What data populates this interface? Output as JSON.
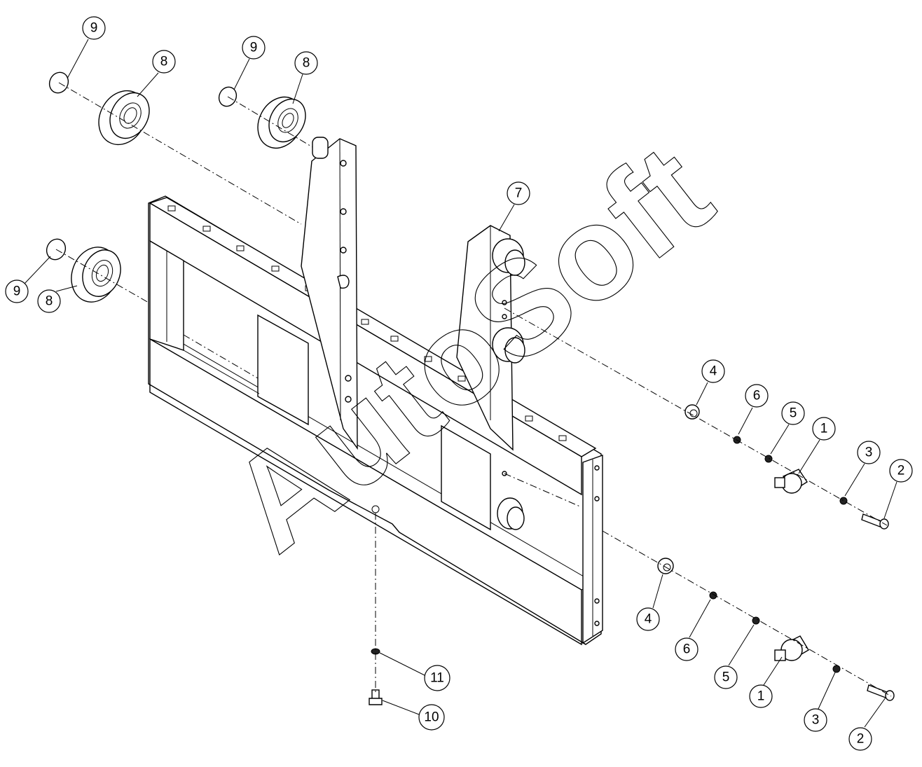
{
  "watermark": "AutoSoft",
  "callouts": [
    {
      "id": "c9a",
      "label": "9"
    },
    {
      "id": "c8a",
      "label": "8"
    },
    {
      "id": "c9b",
      "label": "9"
    },
    {
      "id": "c8b",
      "label": "8"
    },
    {
      "id": "c9c",
      "label": "9"
    },
    {
      "id": "c8c",
      "label": "8"
    },
    {
      "id": "c7",
      "label": "7"
    },
    {
      "id": "c4a",
      "label": "4"
    },
    {
      "id": "c6a",
      "label": "6"
    },
    {
      "id": "c5a",
      "label": "5"
    },
    {
      "id": "c1a",
      "label": "1"
    },
    {
      "id": "c3a",
      "label": "3"
    },
    {
      "id": "c2a",
      "label": "2"
    },
    {
      "id": "c4b",
      "label": "4"
    },
    {
      "id": "c6b",
      "label": "6"
    },
    {
      "id": "c5b",
      "label": "5"
    },
    {
      "id": "c1b",
      "label": "1"
    },
    {
      "id": "c3b",
      "label": "3"
    },
    {
      "id": "c2b",
      "label": "2"
    },
    {
      "id": "c11",
      "label": "11"
    },
    {
      "id": "c10",
      "label": "10"
    }
  ]
}
